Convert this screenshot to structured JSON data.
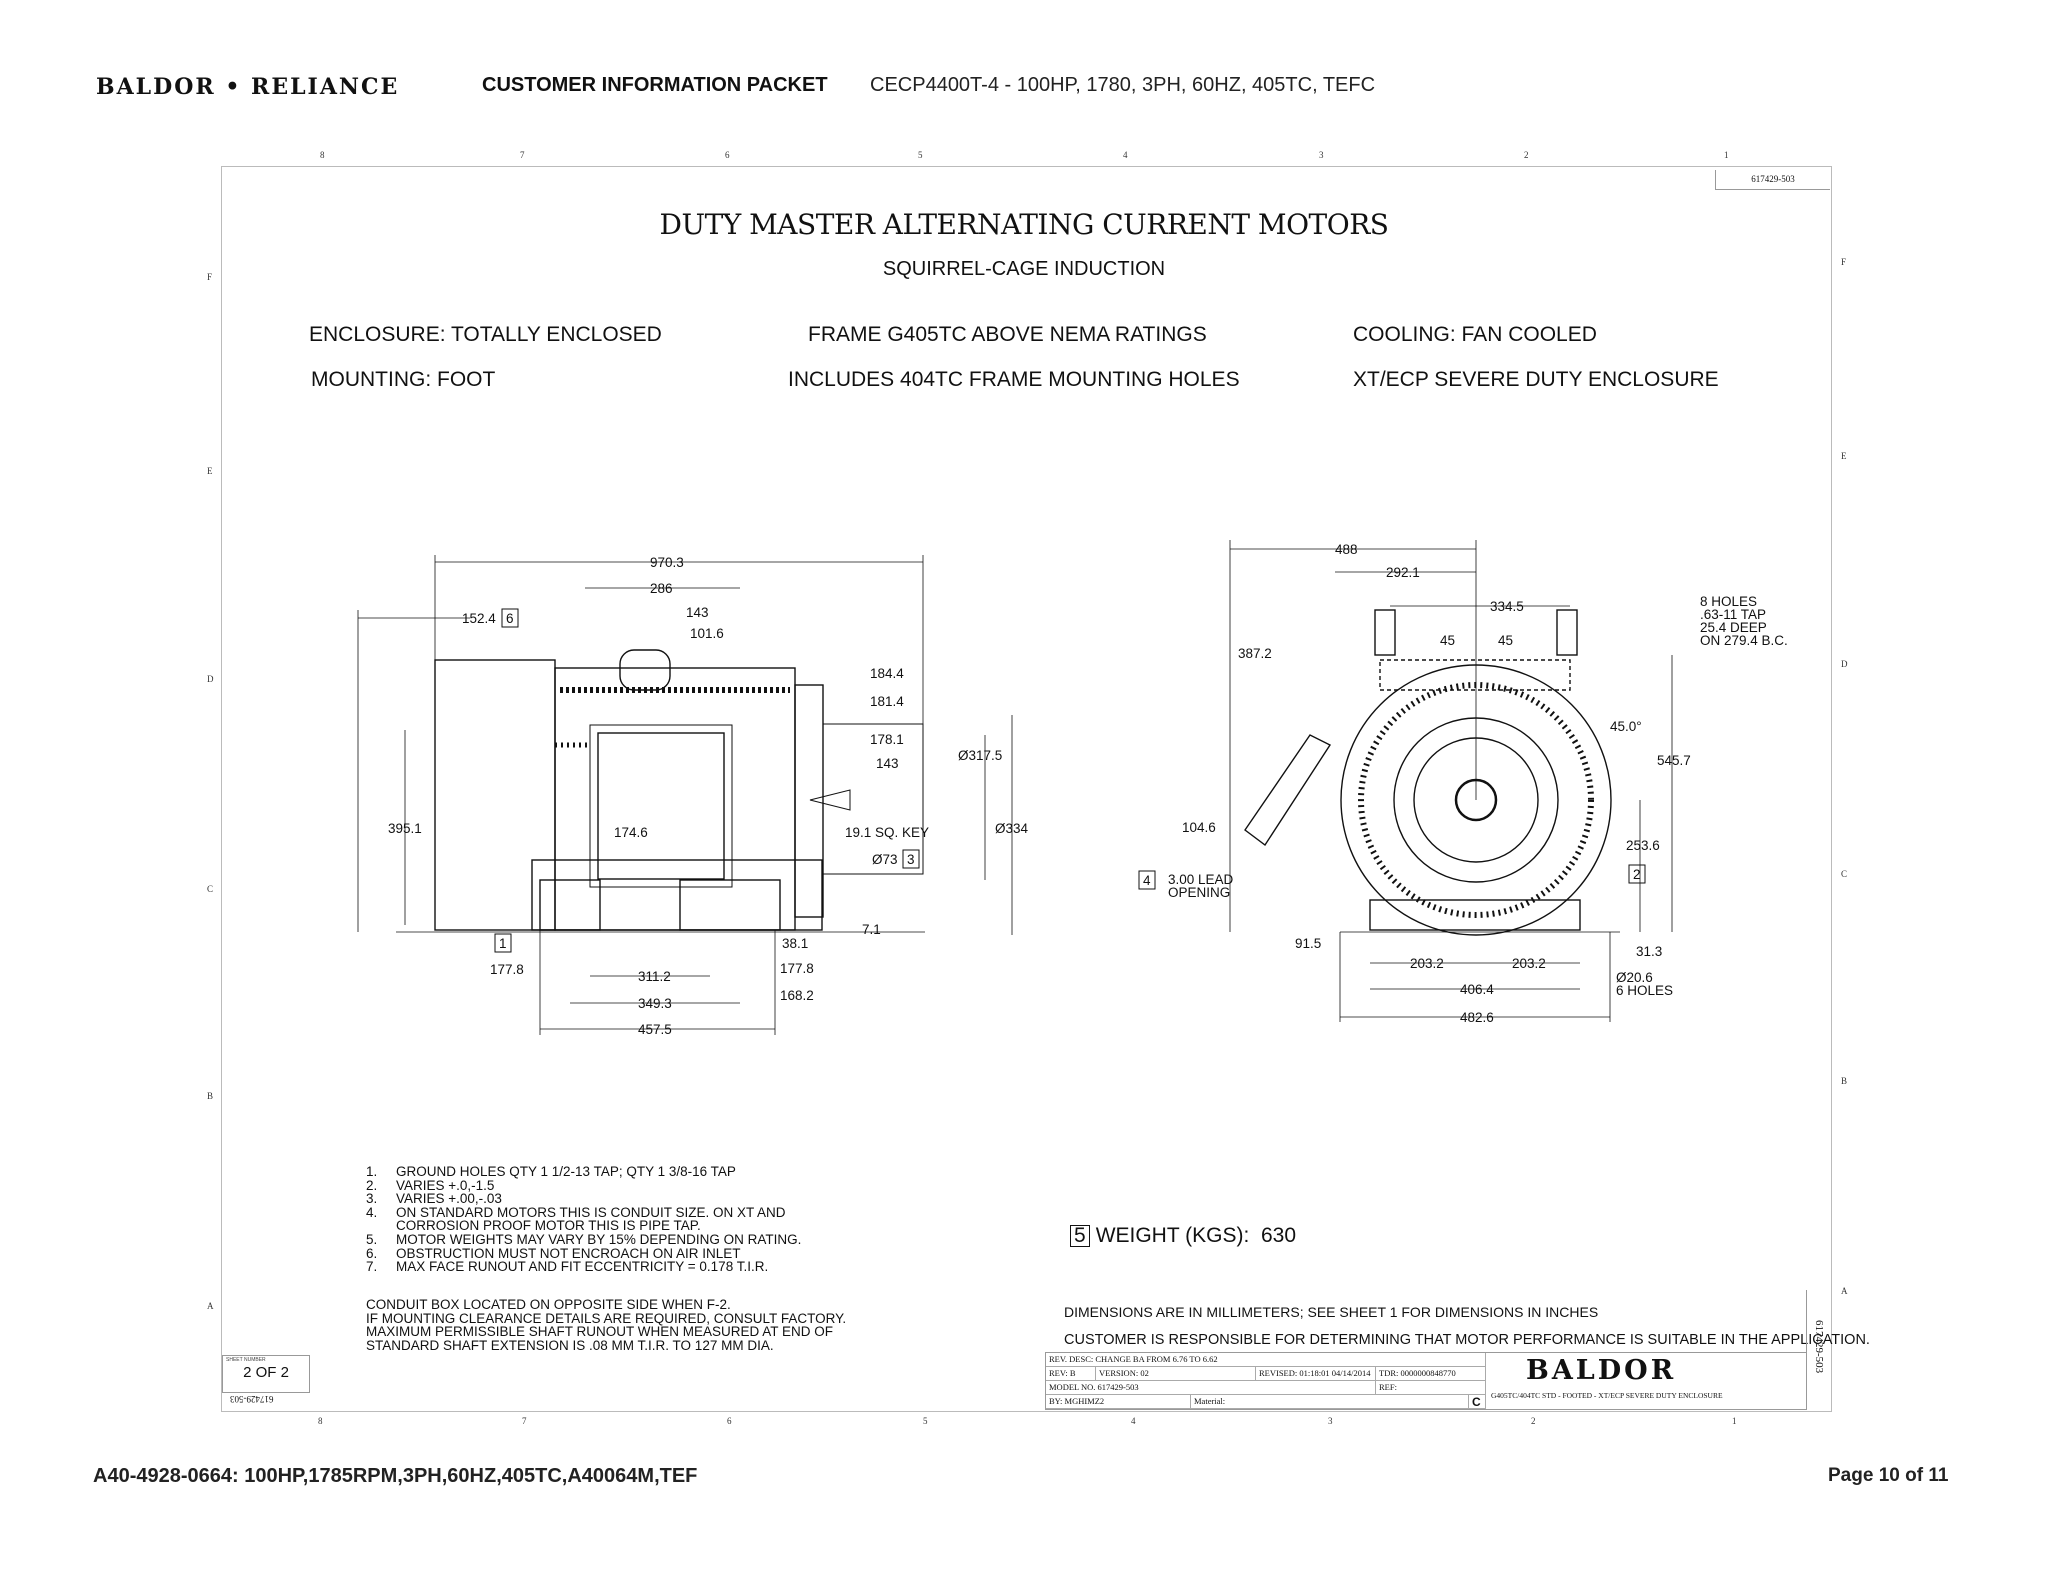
{
  "header": {
    "logo_text": "BALDOR • RELIANCE",
    "packet_title": "CUSTOMER INFORMATION PACKET",
    "model_line": "CECP4400T-4 - 100HP, 1780, 3PH, 60HZ, 405TC, TEFC"
  },
  "drawing": {
    "title": "DUTY MASTER ALTERNATING CURRENT MOTORS",
    "subtitle": "SQUIRREL-CAGE INDUCTION",
    "drawing_number": "617429-503",
    "specs": {
      "enclosure": "ENCLOSURE:  TOTALLY ENCLOSED",
      "mounting": "MOUNTING:  FOOT",
      "frame": "FRAME G405TC ABOVE NEMA RATINGS",
      "frame_note": "INCLUDES 404TC FRAME MOUNTING HOLES",
      "cooling": "COOLING:  FAN COOLED",
      "enclosure_type": "XT/ECP SEVERE DUTY ENCLOSURE"
    },
    "zones_columns": [
      "8",
      "7",
      "6",
      "5",
      "4",
      "3",
      "2",
      "1"
    ],
    "zones_rows": [
      "F",
      "E",
      "D",
      "C",
      "B",
      "A"
    ],
    "front_view_dims": [
      "970.3",
      "286",
      "143",
      "101.6",
      "152.4",
      "6",
      "184.4",
      "181.4",
      "178.1",
      "143",
      "Ø317.5",
      "395.1",
      "174.6",
      "19.1 SQ. KEY",
      "Ø334",
      "Ø73",
      "3",
      "7.1",
      "1",
      "38.1",
      "177.8",
      "311.2",
      "177.8",
      "168.2",
      "349.3",
      "457.5"
    ],
    "side_view_dims": [
      "488",
      "292.1",
      "334.5",
      "45",
      "45",
      "387.2",
      "8 HOLES",
      ".63-11 TAP",
      "25.4 DEEP",
      "ON 279.4 B.C.",
      "45.0°",
      "545.7",
      "104.6",
      "253.6",
      "2",
      "4",
      "3.00 LEAD",
      "OPENING",
      "91.5",
      "31.3",
      "203.2",
      "203.2",
      "Ø20.6",
      "6 HOLES",
      "406.4",
      "482.6"
    ],
    "notes": [
      {
        "num": "1.",
        "text": "GROUND HOLES QTY 1 1/2-13 TAP; QTY 1 3/8-16 TAP"
      },
      {
        "num": "2.",
        "text": "VARIES +.0,-1.5"
      },
      {
        "num": "3.",
        "text": "VARIES +.00,-.03"
      },
      {
        "num": "4.",
        "text": "ON STANDARD MOTORS THIS IS CONDUIT SIZE.  ON XT AND"
      },
      {
        "num": "",
        "text": "CORROSION PROOF MOTOR THIS IS PIPE TAP."
      },
      {
        "num": "5.",
        "text": "MOTOR WEIGHTS MAY VARY BY 15% DEPENDING ON RATING."
      },
      {
        "num": "6.",
        "text": "OBSTRUCTION MUST NOT ENCROACH ON AIR INLET"
      },
      {
        "num": "7.",
        "text": "MAX FACE RUNOUT AND FIT ECCENTRICITY = 0.178 T.I.R."
      }
    ],
    "conduit_notes": [
      "CONDUIT BOX LOCATED ON OPPOSITE SIDE WHEN F-2.",
      "IF MOUNTING CLEARANCE DETAILS ARE REQUIRED, CONSULT FACTORY.",
      "MAXIMUM PERMISSIBLE SHAFT RUNOUT WHEN MEASURED AT END OF",
      "STANDARD SHAFT EXTENSION IS .08 MM T.I.R. TO 127 MM DIA."
    ],
    "weight": {
      "note_num": "5",
      "label": "WEIGHT (KGS):",
      "value": "630"
    },
    "dimensions_note": "DIMENSIONS ARE IN MILLIMETERS; SEE SHEET 1 FOR DIMENSIONS IN INCHES",
    "customer_note": "CUSTOMER IS RESPONSIBLE FOR DETERMINING THAT MOTOR PERFORMANCE IS SUITABLE IN THE APPLICATION.",
    "title_block": {
      "rev_desc": "REV. DESC: CHANGE BA FROM 6.76 TO 6.62",
      "rev": "REV:  B",
      "version": "VERSION:  02",
      "revised": "REVISED: 01:18:01 04/14/2014",
      "tdr": "TDR: 0000000848770",
      "model_no": "MODEL NO.  617429-503",
      "ref": "REF:",
      "by": "BY: MGHIMZ2",
      "material": "Material:",
      "size": "C",
      "brand": "BALDOR",
      "description": "G405TC/404TC STD - FOOTED - XT/ECP SEVERE DUTY ENCLOSURE"
    },
    "sheet": {
      "label": "SHEET NUMBER",
      "value": "2 OF 2"
    }
  },
  "footer": {
    "left": "A40-4928-0664: 100HP,1785RPM,3PH,60HZ,405TC,A40064M,TEF",
    "right": "Page 10 of 11"
  }
}
